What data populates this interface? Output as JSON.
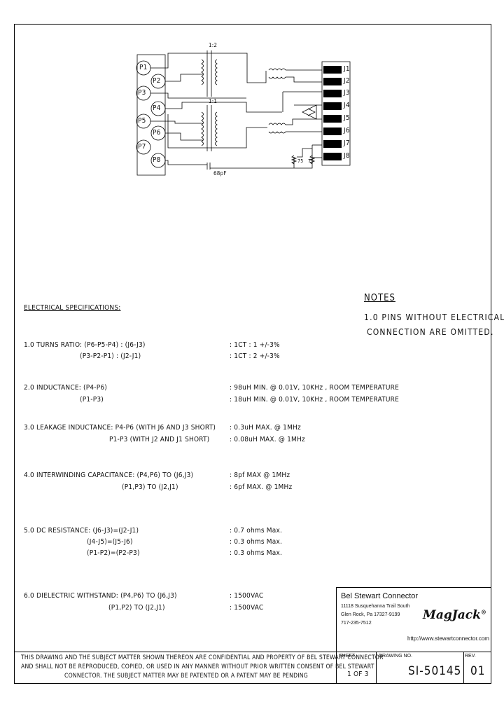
{
  "schematic": {
    "p_pins": [
      "P1",
      "P2",
      "P3",
      "P4",
      "P5",
      "P6",
      "P7",
      "P8"
    ],
    "j_pins": [
      "J1",
      "J2",
      "J3",
      "J4",
      "J5",
      "J6",
      "J7",
      "J8"
    ],
    "ratio_top": "1:2",
    "ratio_bottom": "1:1",
    "cap_label": "68pF",
    "res_label_a": "75",
    "res_label_b": "75"
  },
  "notes": {
    "title": "NOTES",
    "lines": [
      "1.0 PINS WITHOUT ELECTRICAL",
      "CONNECTION ARE OMITTED."
    ]
  },
  "specs": {
    "heading": "ELECTRICAL SPECIFICATIONS:",
    "rows": [
      {
        "left": "1.0  TURNS RATIO: (P6-P5-P4) : (J6-J3)",
        "right": ":  1CT : 1    +/-3%"
      },
      {
        "left": "(P3-P2-P1) : (J2-J1)",
        "right": ":  1CT : 2    +/-3%"
      },
      {
        "left": "2.0  INDUCTANCE:  (P4-P6)",
        "right": ":  98uH MIN. @ 0.01V, 10KHz , ROOM TEMPERATURE"
      },
      {
        "left": "(P1-P3)",
        "right": ":  18uH MIN. @ 0.01V, 10KHz , ROOM TEMPERATURE"
      },
      {
        "left": "3.0  LEAKAGE INDUCTANCE:  P4-P6 (WITH J6 AND J3 SHORT)",
        "right": ":  0.3uH MAX. @ 1MHz"
      },
      {
        "left": "P1-P3 (WITH J2 AND J1 SHORT)",
        "right": ":  0.08uH MAX. @ 1MHz"
      },
      {
        "left": "4.0  INTERWINDING CAPACITANCE: (P4,P6) TO (J6,J3)",
        "right": ":  8pf MAX @ 1MHz"
      },
      {
        "left": "(P1,P3) TO (J2,J1)",
        "right": ":  6pf MAX. @ 1MHz"
      },
      {
        "left": "5.0  DC RESISTANCE: (J6-J3)=(J2-J1)",
        "right": ":  0.7 ohms Max."
      },
      {
        "left": "(J4-J5)=(J5-J6)",
        "right": ":  0.3 ohms Max."
      },
      {
        "left": "(P1-P2)=(P2-P3)",
        "right": ":  0.3 ohms Max."
      },
      {
        "left": "6.0  DIELECTRIC WITHSTAND:  (P4,P6)  TO  (J6,J3)",
        "right": ":  1500VAC"
      },
      {
        "left": "(P1,P2)  TO  (J2,J1)",
        "right": ":  1500VAC"
      }
    ]
  },
  "title_block": {
    "company": "Bel Stewart Connector",
    "address": [
      "11118 Susquehanna Trail South",
      "Glen Rock, Pa 17327-9199",
      "717-235-7512"
    ],
    "logo": "MagJack",
    "registered": "®",
    "url": "http://www.stewartconnector.com",
    "confidential": [
      "THIS DRAWING AND THE SUBJECT MATTER SHOWN THEREON ARE CONFIDENTIAL AND PROPERTY OF BEL STEWART CONNECTOR",
      "AND SHALL NOT BE REPRODUCED, COPIED, OR USED IN ANY MANNER WITHOUT PRIOR WRITTEN CONSENT OF BEL STEWART",
      "CONNECTOR. THE SUBJECT MATTER MAY BE PATENTED OR A PATENT MAY BE PENDING"
    ],
    "sheet_label": "SHEET",
    "sheet_value": "1 OF 3",
    "drawing_label": "DRAWING NO.",
    "drawing_value": "SI-50145",
    "rev_label": "REV.",
    "rev_value": "01"
  }
}
